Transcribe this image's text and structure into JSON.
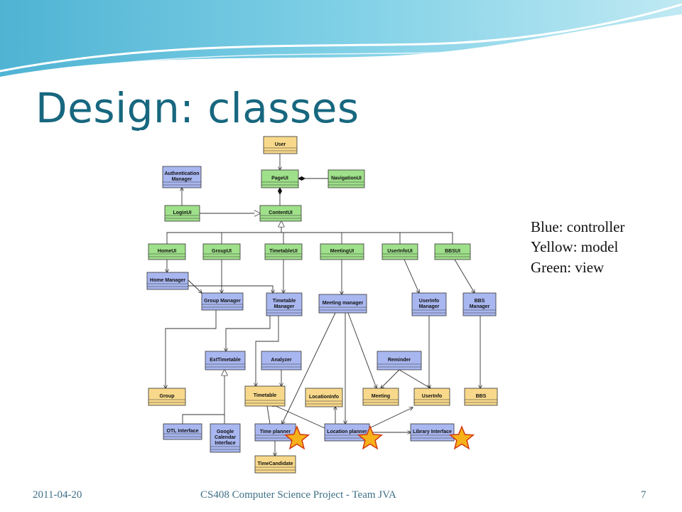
{
  "slide": {
    "title": "Design: classes",
    "legend": [
      "Blue: controller",
      "Yellow: model",
      "Green: view"
    ],
    "footer_date": "2011-04-20",
    "footer_center": "CS408 Computer Science Project - Team JVA",
    "page_number": "7"
  },
  "colors": {
    "controller": "#a9b7f0",
    "model": "#f8d98b",
    "view": "#9fe08a",
    "star": "#f6b21a",
    "title": "#17677f"
  },
  "diagram": {
    "classes": [
      {
        "id": "User",
        "lines": [
          "User"
        ],
        "kind": "model"
      },
      {
        "id": "PageUI",
        "lines": [
          "PageUI"
        ],
        "kind": "view"
      },
      {
        "id": "NavigationUI",
        "lines": [
          "NavigationUI"
        ],
        "kind": "view"
      },
      {
        "id": "AuthManager",
        "lines": [
          "Authentication",
          "Manager"
        ],
        "kind": "controller"
      },
      {
        "id": "LoginUI",
        "lines": [
          "LoginUI"
        ],
        "kind": "view"
      },
      {
        "id": "ContentUI",
        "lines": [
          "ContentUI"
        ],
        "kind": "view"
      },
      {
        "id": "HomeUI",
        "lines": [
          "HomeUI"
        ],
        "kind": "view"
      },
      {
        "id": "GroupUI",
        "lines": [
          "GroupUI"
        ],
        "kind": "view"
      },
      {
        "id": "TimetableUI",
        "lines": [
          "TimetableUI"
        ],
        "kind": "view"
      },
      {
        "id": "MeetingUI",
        "lines": [
          "MeetingUI"
        ],
        "kind": "view"
      },
      {
        "id": "UserInfoUI",
        "lines": [
          "UserInfoUI"
        ],
        "kind": "view"
      },
      {
        "id": "BBSUI",
        "lines": [
          "BBSUI"
        ],
        "kind": "view"
      },
      {
        "id": "HomeManager",
        "lines": [
          "Home Manager"
        ],
        "kind": "controller"
      },
      {
        "id": "GroupManager",
        "lines": [
          "Group Manager"
        ],
        "kind": "controller"
      },
      {
        "id": "TimetableManager",
        "lines": [
          "Timetable",
          "Manager"
        ],
        "kind": "controller"
      },
      {
        "id": "MeetingManager",
        "lines": [
          "Meeting manager"
        ],
        "kind": "controller"
      },
      {
        "id": "UserInfoManager",
        "lines": [
          "UserInfo",
          "Manager"
        ],
        "kind": "controller"
      },
      {
        "id": "BBSManager",
        "lines": [
          "BBS",
          "Manager"
        ],
        "kind": "controller"
      },
      {
        "id": "ExtTimetable",
        "lines": [
          "ExtTimetable"
        ],
        "kind": "controller"
      },
      {
        "id": "Analyzer",
        "lines": [
          "Analyzer"
        ],
        "kind": "controller"
      },
      {
        "id": "Reminder",
        "lines": [
          "Reminder"
        ],
        "kind": "controller"
      },
      {
        "id": "Group",
        "lines": [
          "Group"
        ],
        "kind": "model"
      },
      {
        "id": "Timetable",
        "lines": [
          "Timetable"
        ],
        "kind": "model"
      },
      {
        "id": "LocationInfo",
        "lines": [
          "LocationInfo"
        ],
        "kind": "model"
      },
      {
        "id": "Meeting",
        "lines": [
          "Meeting"
        ],
        "kind": "model"
      },
      {
        "id": "UserInfo",
        "lines": [
          "UserInfo"
        ],
        "kind": "model"
      },
      {
        "id": "BBS",
        "lines": [
          "BBS"
        ],
        "kind": "model"
      },
      {
        "id": "OTLInterface",
        "lines": [
          "OTL Interface"
        ],
        "kind": "controller"
      },
      {
        "id": "GoogleCalendar",
        "lines": [
          "Google",
          "Calendar",
          "Interface"
        ],
        "kind": "controller"
      },
      {
        "id": "TimePlanner",
        "lines": [
          "Time planner"
        ],
        "kind": "controller"
      },
      {
        "id": "LocationPlanner",
        "lines": [
          "Location planner"
        ],
        "kind": "controller"
      },
      {
        "id": "LibraryInterface",
        "lines": [
          "Library Interface"
        ],
        "kind": "controller"
      },
      {
        "id": "TimeCandidate",
        "lines": [
          "TimeCandidate"
        ],
        "kind": "model"
      }
    ],
    "starred": [
      "TimePlanner",
      "LocationPlanner",
      "LibraryInterface"
    ]
  }
}
